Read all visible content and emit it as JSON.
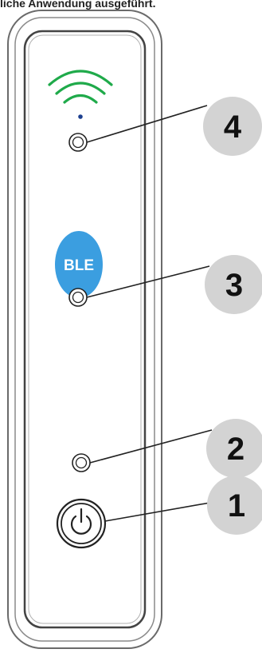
{
  "header": {
    "text": "liche Anwendung ausgeführt."
  },
  "device": {
    "ble_label": "BLE",
    "icons": {
      "wifi": "wifi-icon",
      "ble": "bluetooth-le-badge",
      "power": "power-icon"
    }
  },
  "callouts": [
    {
      "label": "4",
      "target": "led-4"
    },
    {
      "label": "3",
      "target": "led-3"
    },
    {
      "label": "2",
      "target": "led-2"
    },
    {
      "label": "1",
      "target": "power-button"
    }
  ],
  "colors": {
    "wifi_green": "#1faa4a",
    "wifi_dot": "#1c3f8f",
    "ble_blue": "#3b9ee0",
    "callout_bg": "#d3d3d3",
    "outline": "#555555"
  }
}
